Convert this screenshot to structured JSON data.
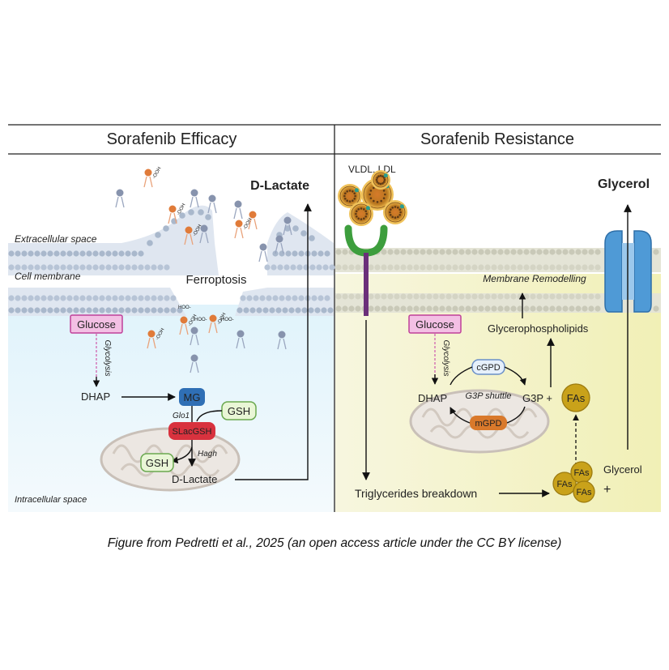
{
  "panels": {
    "left_title": "Sorafenib Efficacy",
    "right_title": "Sorafenib Resistance"
  },
  "regions": {
    "extracellular": "Extracellular space",
    "membrane": "Cell membrane",
    "intracellular": "Intracellular space",
    "membrane_remodelling": "Membrane Remodelling"
  },
  "left": {
    "ferroptosis": "Ferroptosis",
    "d_lactate_out": "D-Lactate",
    "glucose": "Glucose",
    "glycolysis": "Glycolysis",
    "dhap": "DHAP",
    "mg": "MG",
    "glo1": "Glo1",
    "gsh_top": "GSH",
    "slacgsh": "SLacGSH",
    "hagh": "Hagh",
    "gsh_bottom": "GSH",
    "d_lactate_in": "D-Lactate",
    "ooh": "-OOH",
    "hoo": "HOO-"
  },
  "right": {
    "vldl": "VLDL, LDL",
    "glycerol_out": "Glycerol",
    "glucose": "Glucose",
    "glycolysis": "Glycolysis",
    "glycerophospholipids": "Glycerophospholipids",
    "cgpd": "cGPD",
    "dhap": "DHAP",
    "g3p_shuttle": "G3P shuttle",
    "g3p": "G3P +",
    "fas": "FAs",
    "mgpd": "mGPD",
    "triglycerides": "Triglycerides breakdown",
    "glycerol_in": "Glycerol",
    "plus": "+"
  },
  "caption": "Figure from Pedretti et al., 2025 (an open access article under the CC BY license)",
  "colors": {
    "left_bg": "#e3f4fb",
    "right_bg": "#f5f4d2",
    "glucose_box": "#f3c0e4",
    "glucose_border": "#c0409a",
    "mg": "#2f6fb5",
    "slacgsh": "#d8323e",
    "gsh_box": "#e9f6d6",
    "gsh_border": "#6aa84f",
    "fas": "#c9a21a",
    "mgpd": "#d9792b",
    "cgpd_border": "#6a8fc8",
    "receptor": "#3d9e3d",
    "channel": "#4f9ad6",
    "membrane": "#aebdd2"
  }
}
